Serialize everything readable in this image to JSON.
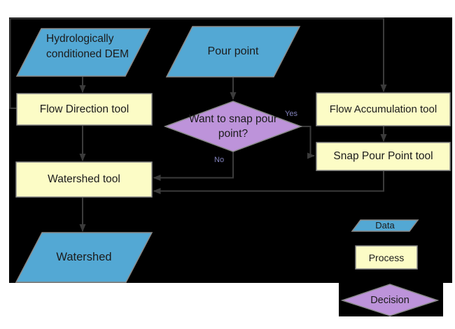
{
  "colors": {
    "page_bg": "#ffffff",
    "canvas_bg": "#000000",
    "data_fill": "#53a8d4",
    "process_fill": "#fcfcc6",
    "decision_fill": "#bd93da",
    "shape_stroke": "#8a8a8a",
    "connector": "#3b3b3b",
    "node_text": "#1b1b1b",
    "edge_label_text": "#8383bd"
  },
  "nodes": {
    "dem": {
      "label": "Hydrologically conditioned DEM",
      "kind": "data"
    },
    "flow_direction": {
      "label": "Flow Direction tool",
      "kind": "process"
    },
    "pour_point": {
      "label": "Pour point",
      "kind": "data"
    },
    "snap_decision": {
      "label": "Want to snap pour point?",
      "kind": "decision"
    },
    "flow_accumulation": {
      "label": "Flow Accumulation tool",
      "kind": "process"
    },
    "snap_pour_point": {
      "label": "Snap Pour Point tool",
      "kind": "process"
    },
    "watershed_tool": {
      "label": "Watershed tool",
      "kind": "process"
    },
    "watershed": {
      "label": "Watershed",
      "kind": "data"
    }
  },
  "edge_labels": {
    "yes": "Yes",
    "no": "No"
  },
  "legend": {
    "data": "Data",
    "process": "Process",
    "decision": "Decision"
  }
}
